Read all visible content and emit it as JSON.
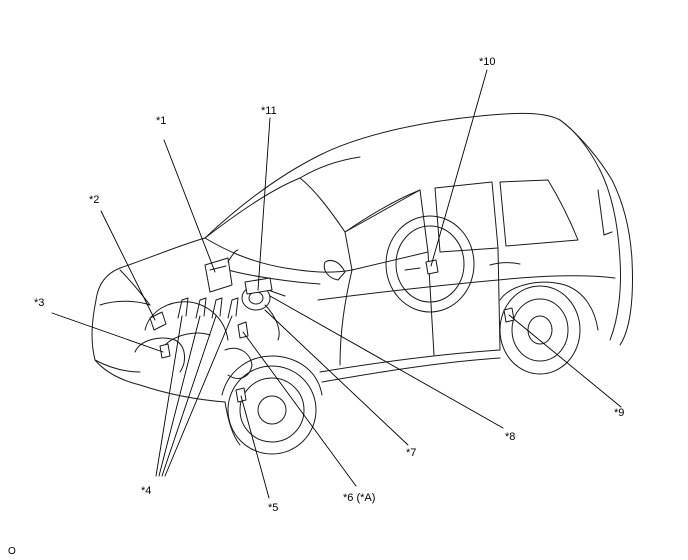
{
  "callouts": {
    "c1": "*1",
    "c2": "*2",
    "c3": "*3",
    "c4": "*4",
    "c5": "*5",
    "c6": "*6 (*A)",
    "c7": "*7",
    "c8": "*8",
    "c9": "*9",
    "c10": "*10",
    "c11": "*11"
  },
  "figure_code": "O"
}
